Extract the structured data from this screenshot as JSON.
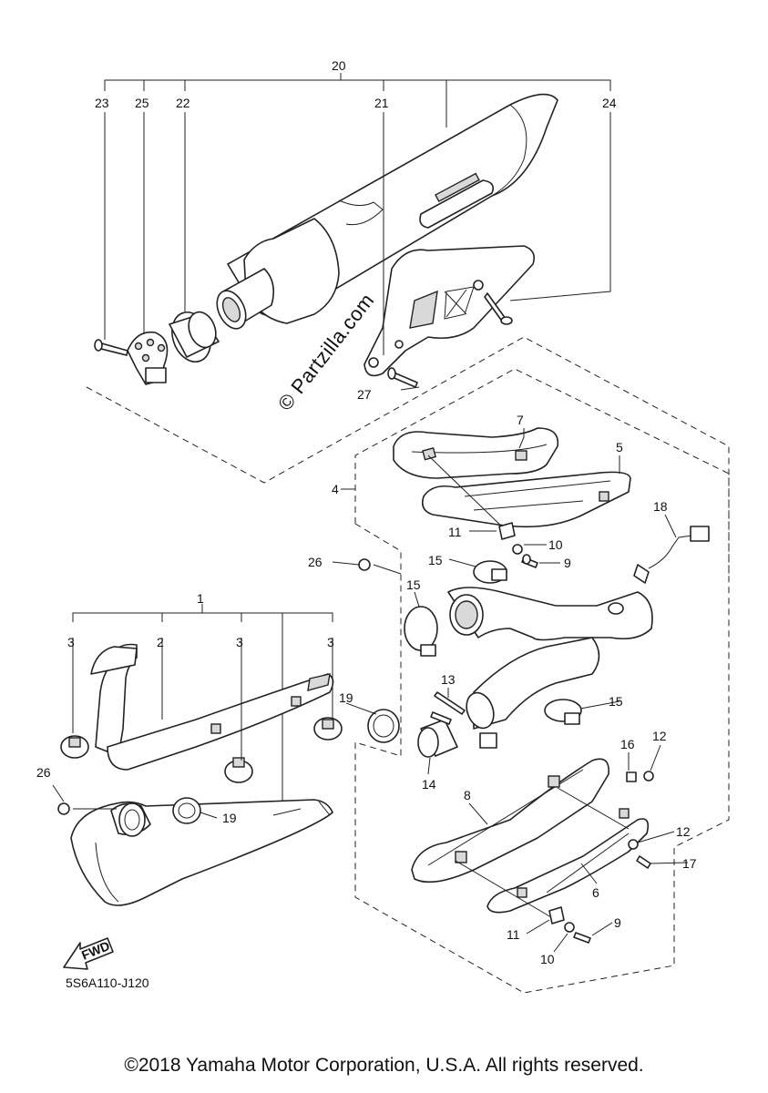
{
  "diagram": {
    "callouts": [
      "20",
      "23",
      "25",
      "22",
      "21",
      "24",
      "27",
      "7",
      "5",
      "4",
      "18",
      "11",
      "10",
      "9",
      "26",
      "15",
      "1",
      "3",
      "2",
      "13",
      "19",
      "16",
      "12",
      "14",
      "8",
      "17",
      "6"
    ],
    "fwd_label": "FWD",
    "diagram_code": "5S6A110-J120",
    "watermark": "© Partzilla.com",
    "copyright": "©2018 Yamaha Motor Corporation, U.S.A. All rights reserved."
  }
}
